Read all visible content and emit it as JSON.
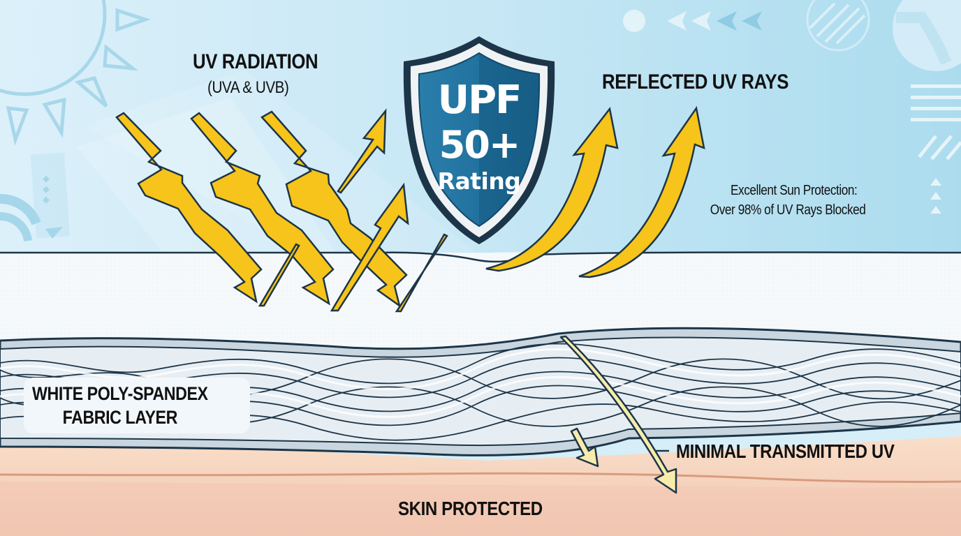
{
  "title": "UPF 50+ fabric UV protection diagram",
  "labels": {
    "uv_radiation": "UV RADIATION",
    "uv_types": "(UVA & UVB)",
    "reflected": "REFLECTED UV RAYS",
    "protection_line1": "Excellent Sun Protection:",
    "protection_line2": "Over 98% of UV Rays Blocked",
    "fabric_line1": "WHITE POLY-SPANDEX",
    "fabric_line2": "FABRIC LAYER",
    "transmitted": "MINIMAL TRANSMITTED UV",
    "skin": "SKIN PROTECTED"
  },
  "badge": {
    "line1": "UPF",
    "line2": "50+",
    "line3": "Rating"
  },
  "colors": {
    "sky_top": "#d9eff9",
    "sky_right": "#a9dcee",
    "ray_yellow": "#f6c41a",
    "outline": "#1d3548",
    "shield_blue": "#1d6b95",
    "shield_dark": "#124a6c",
    "fabric_white": "#f4f8fb",
    "fiber_light": "#dfe8ef",
    "skin_upper": "#f8dcc6",
    "skin_lower": "#f2c9b3",
    "transmitted_ray": "#f7ecab"
  },
  "diagram": {
    "incoming_rays": 3,
    "reflected_rays": 4,
    "transmitted_rays": 2
  }
}
